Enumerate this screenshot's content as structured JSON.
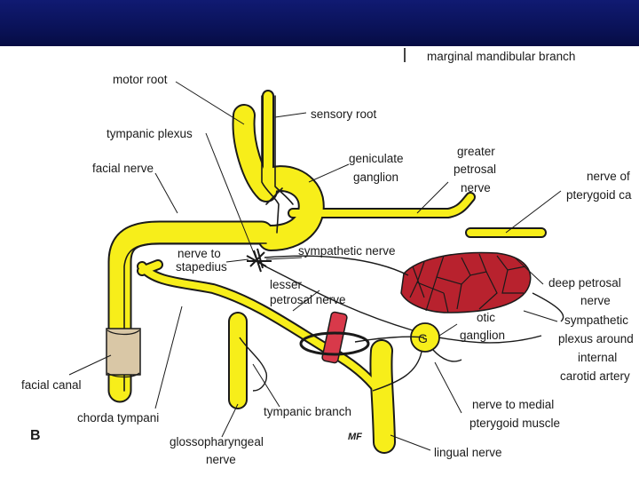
{
  "slide": {
    "panel_letter": "B",
    "header_fragment": "marginal mandibular branch"
  },
  "labels": {
    "motor_root": "motor root",
    "sensory_root": "sensory root",
    "tympanic_plexus": "tympanic plexus",
    "geniculate_ganglion": [
      "geniculate",
      "ganglion"
    ],
    "greater_petrosal_nerve": [
      "greater",
      "petrosal",
      "nerve"
    ],
    "facial_nerve": "facial nerve",
    "nerve_of_pterygoid_canal": [
      "nerve of",
      "pterygoid ca"
    ],
    "nerve_to_stapedius": [
      "nerve to",
      "stapedius"
    ],
    "sympathetic_nerve": "sympathetic nerve",
    "lesser_petrosal_nerve": [
      "lesser",
      "petrosal nerve"
    ],
    "deep_petrosal_nerve": [
      "deep petrosal",
      "nerve"
    ],
    "otic_ganglion": [
      "otic",
      "ganglion"
    ],
    "sympathetic_plexus": [
      "sympathetic",
      "plexus around",
      "internal",
      "carotid artery"
    ],
    "facial_canal": "facial canal",
    "chorda_tympani": "chorda tympani",
    "tympanic_branch": "tympanic branch",
    "nerve_to_medial_pterygoid": [
      "nerve to medial",
      "pterygoid muscle"
    ],
    "glossopharyngeal_nerve": [
      "glossopharyngeal",
      "nerve"
    ],
    "lingual_nerve": "lingual nerve",
    "mandibular_mark": "MF"
  },
  "colors": {
    "header_band": "#0a1258",
    "nerve_fill": "#f7ee1a",
    "nerve_outline": "#1a1a1a",
    "carotid_plexus": "#b8222e",
    "artery": "#d8394a",
    "canal": "#d9c7a6"
  }
}
